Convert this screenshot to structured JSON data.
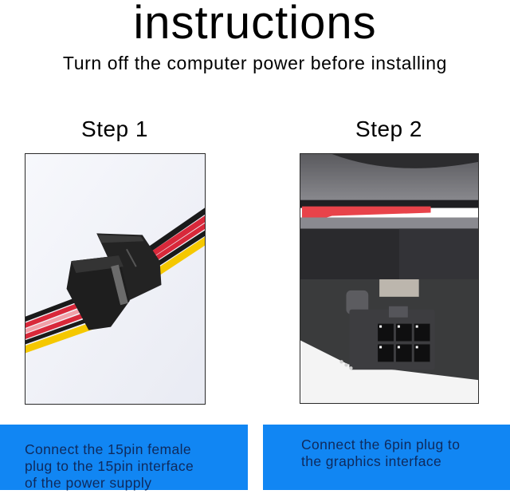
{
  "header": {
    "title": "instructions",
    "subtitle": "Turn off the computer power before installing"
  },
  "steps": [
    {
      "label": "Step 1",
      "image": "sata-15pin-cable-connector-photo",
      "caption_lines": [
        "Connect the 15pin female",
        "plug to the 15pin interface",
        "of the power supply"
      ]
    },
    {
      "label": "Step 2",
      "image": "graphics-card-6pin-socket-photo",
      "caption_lines": [
        "Connect the 6pin plug to",
        "the graphics interface"
      ]
    }
  ],
  "colors": {
    "caption_bg": "#1186f3",
    "caption_text": "#0f2a5c",
    "frame_border": "#2a2a2a",
    "wire_red": "#d8283a",
    "wire_yellow": "#f5c800",
    "wire_black": "#1a1a1a",
    "gpu_accent_red": "#e8434a"
  }
}
